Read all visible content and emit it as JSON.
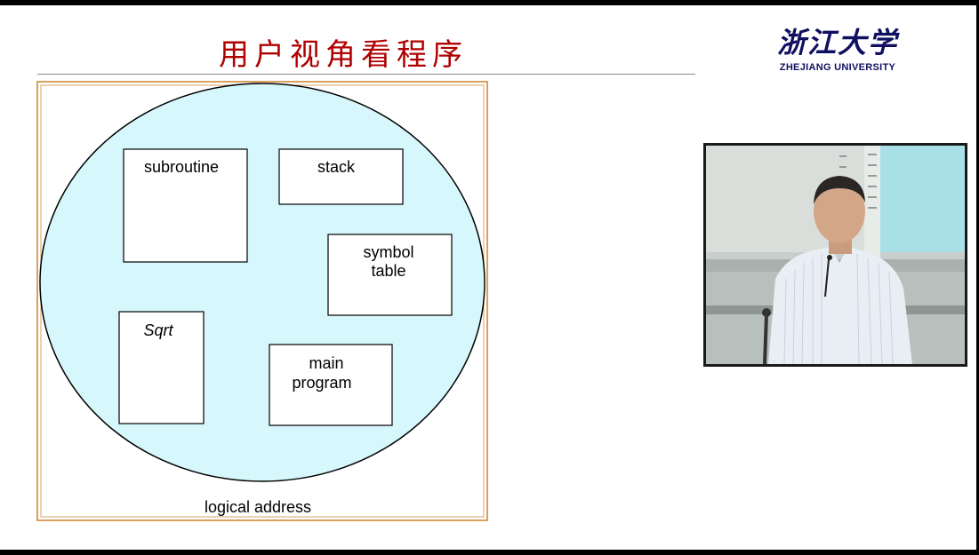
{
  "slide": {
    "title": "用户视角看程序",
    "logo_cn": "浙江大学",
    "logo_en": "ZHEJIANG UNIVERSITY"
  },
  "diagram": {
    "caption": "logical address",
    "boxes": [
      {
        "id": "subroutine",
        "lines": [
          "subroutine"
        ]
      },
      {
        "id": "stack",
        "lines": [
          "stack"
        ]
      },
      {
        "id": "symbol-table",
        "lines": [
          "symbol",
          "table"
        ]
      },
      {
        "id": "sqrt",
        "lines": [
          "Sqrt"
        ]
      },
      {
        "id": "main-program",
        "lines": [
          "main",
          "program"
        ]
      }
    ]
  },
  "colors": {
    "title": "#b00000",
    "frame_border": "#d9a060",
    "ellipse_fill": "#d6f7fb"
  }
}
